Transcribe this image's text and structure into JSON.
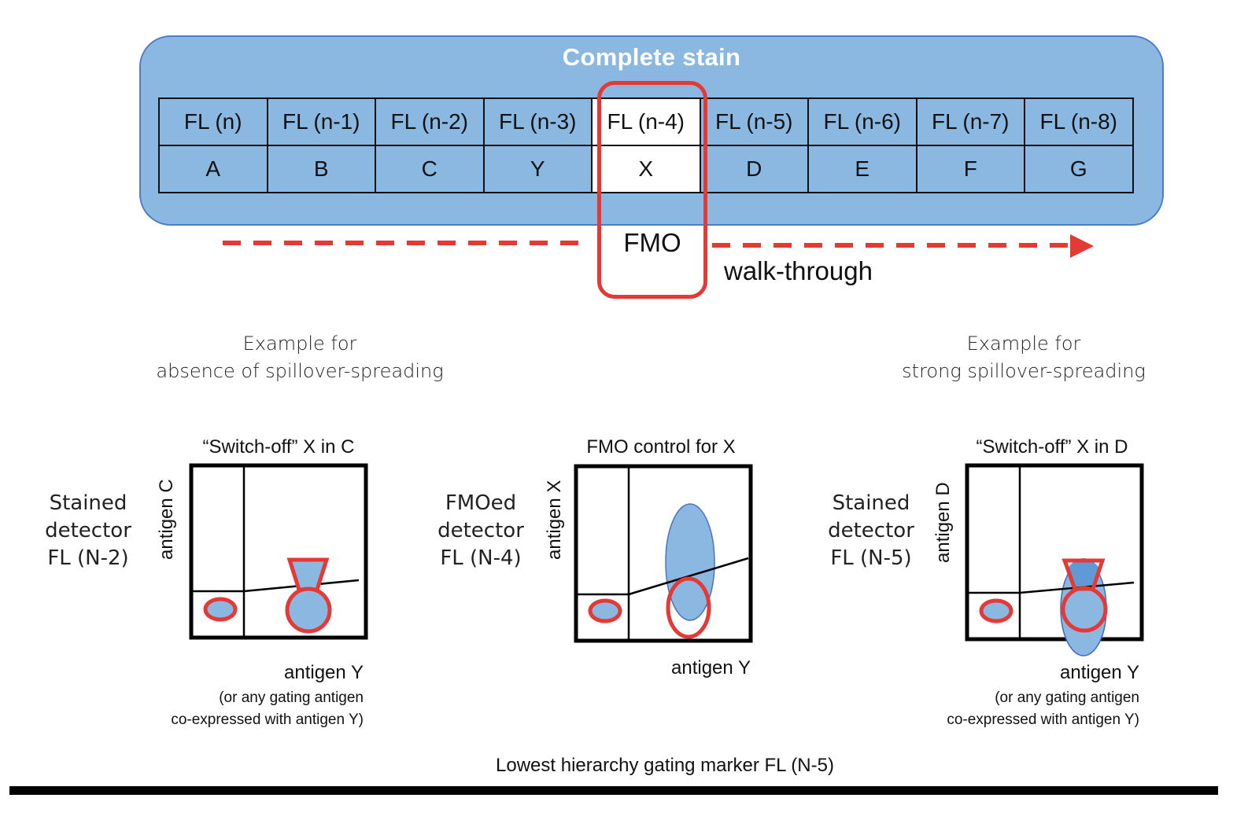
{
  "header": {
    "title": "Complete stain",
    "detectors": [
      "FL (n)",
      "FL (n-1)",
      "FL (n-2)",
      "FL (n-3)",
      "FL (n-4)",
      "FL (n-5)",
      "FL (n-6)",
      "FL (n-7)",
      "FL (n-8)"
    ],
    "antigens": [
      "A",
      "B",
      "C",
      "Y",
      "X",
      "D",
      "E",
      "F",
      "G"
    ],
    "highlighted_index": 4,
    "fmo_label": "FMO",
    "walkthrough_label": "walk-through"
  },
  "examples": {
    "left": [
      "Example for",
      "absence of spillover-spreading"
    ],
    "right": [
      "Example for",
      "strong spillover-spreading"
    ]
  },
  "plots": [
    {
      "title": "“Switch-off” X in C",
      "side_label": [
        "Stained",
        "detector",
        "FL (N-2)"
      ],
      "y_axis": "antigen C",
      "x_axis": "antigen Y",
      "x_sub": [
        "(or any gating antigen",
        "co-expressed with antigen Y)"
      ]
    },
    {
      "title": "FMO control for X",
      "side_label": [
        "FMOed",
        "detector",
        "FL (N-4)"
      ],
      "y_axis": "antigen X",
      "x_axis": "antigen Y",
      "x_sub": []
    },
    {
      "title": "“Switch-off” X in D",
      "side_label": [
        "Stained",
        "detector",
        "FL (N-5)"
      ],
      "y_axis": "antigen D",
      "x_axis": "antigen Y",
      "x_sub": [
        "(or any gating antigen",
        "co-expressed with antigen Y)"
      ]
    }
  ],
  "footer": {
    "label": "Lowest hierarchy gating marker FL (N-5)"
  },
  "colors": {
    "panel_fill": "#8bb8e0",
    "panel_border": "#4f7cc9",
    "highlight_red": "#e53935",
    "population_fill": "#8bb8e0",
    "population_stroke": "#4a73c4"
  }
}
